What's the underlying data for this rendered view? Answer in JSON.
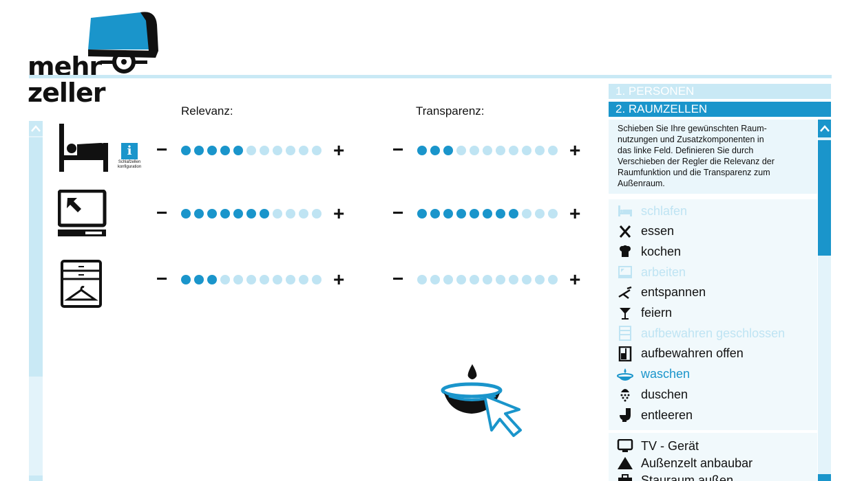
{
  "logo": {
    "text": "mehr zeller"
  },
  "columns": {
    "relevanz_label": "Relevanz:",
    "transparenz_label": "Transparenz:"
  },
  "controls": {
    "minus": "−",
    "plus": "+"
  },
  "rows": [
    {
      "icon": "bed-icon",
      "relevanz": 5,
      "transparenz": 3,
      "info_label": "Schlafzellen konfiguration",
      "info_glyph": "i"
    },
    {
      "icon": "desk-monitor-icon",
      "relevanz": 7,
      "transparenz": 8
    },
    {
      "icon": "wardrobe-icon",
      "relevanz": 3,
      "transparenz": 0
    }
  ],
  "dots_total": 11,
  "panel": {
    "tab1": "1. PERSONEN",
    "tab2": "2. RAUMZELLEN",
    "instructions": "Schieben Sie Ihre gewünschten Raum-\nnutzungen und Zusatzkomponenten in\ndas linke Feld. Definieren Sie durch\nVerschieben der Regler die Relevanz der\nRaumfunktion und die Transparenz zum\nAußenraum.",
    "functions": [
      {
        "label": "schlafen",
        "state": "dim",
        "icon": "bed-icon"
      },
      {
        "label": "essen",
        "state": "normal",
        "icon": "fork-knife-icon"
      },
      {
        "label": "kochen",
        "state": "normal",
        "icon": "chef-hat-icon"
      },
      {
        "label": "arbeiten",
        "state": "dim",
        "icon": "monitor-icon"
      },
      {
        "label": "entspannen",
        "state": "normal",
        "icon": "lounge-chair-icon"
      },
      {
        "label": "feiern",
        "state": "normal",
        "icon": "cocktail-glass-icon"
      },
      {
        "label": "aufbewahren geschlossen",
        "state": "dim",
        "icon": "closed-cabinet-icon"
      },
      {
        "label": "aufbewahren offen",
        "state": "normal",
        "icon": "open-shelf-icon"
      },
      {
        "label": "waschen",
        "state": "sel",
        "icon": "wash-basin-icon"
      },
      {
        "label": "duschen",
        "state": "normal",
        "icon": "shower-icon"
      },
      {
        "label": "entleeren",
        "state": "normal",
        "icon": "toilet-icon"
      }
    ],
    "components": [
      {
        "label": "TV - Gerät",
        "icon": "tv-icon"
      },
      {
        "label": "Außenzelt anbaubar",
        "icon": "tent-icon"
      },
      {
        "label": "Stauraum außen",
        "icon": "case-icon"
      }
    ]
  },
  "colors": {
    "accent": "#1a95cb",
    "accent_light": "#bfe4f3",
    "panel_bg": "#eaf6fb"
  }
}
